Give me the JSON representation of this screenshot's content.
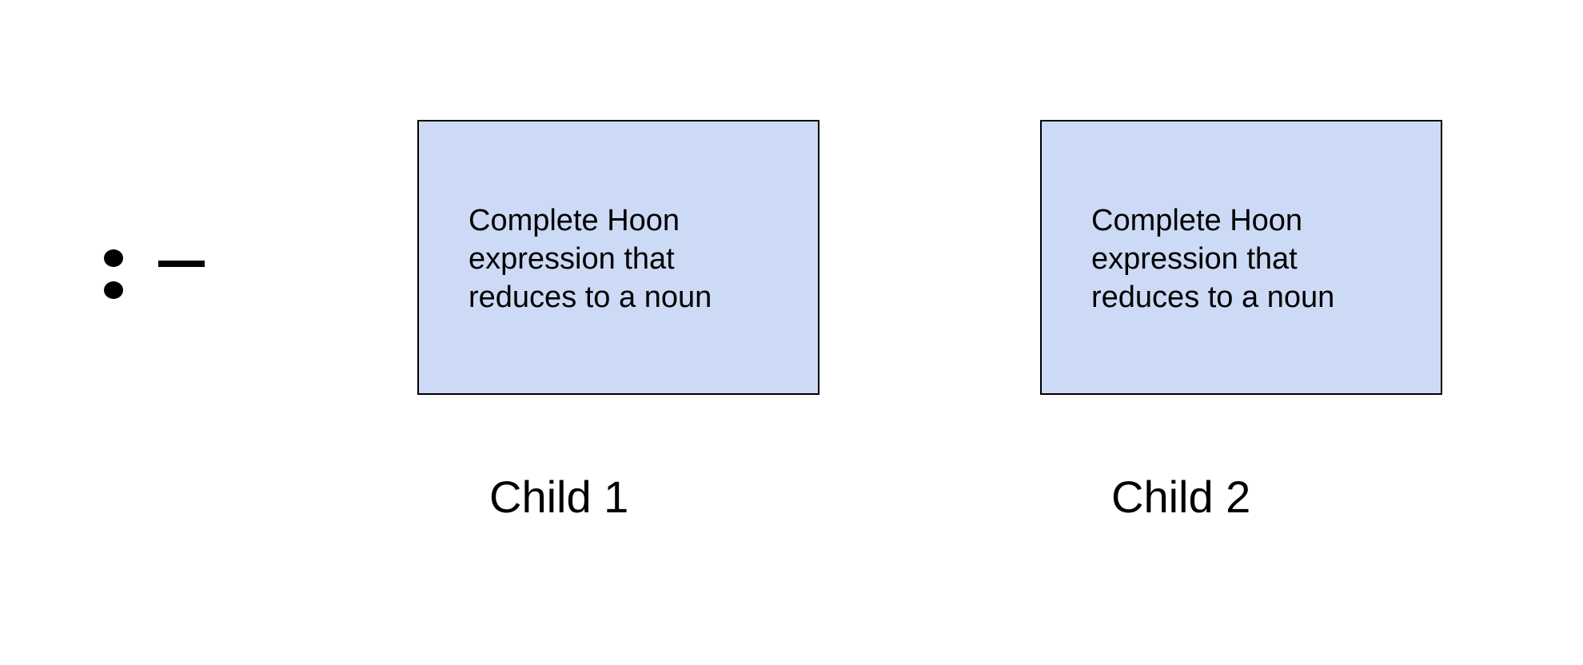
{
  "diagram": {
    "rune_icon": "colhep-rune-icon",
    "box_fill_color": "#ccdaf5",
    "border_color": "#000000",
    "children": [
      {
        "box_lines": [
          "Complete Hoon",
          "expression that",
          "reduces to a noun"
        ],
        "label": "Child 1"
      },
      {
        "box_lines": [
          "Complete Hoon",
          "expression that",
          "reduces to a noun"
        ],
        "label": "Child 2"
      }
    ]
  }
}
